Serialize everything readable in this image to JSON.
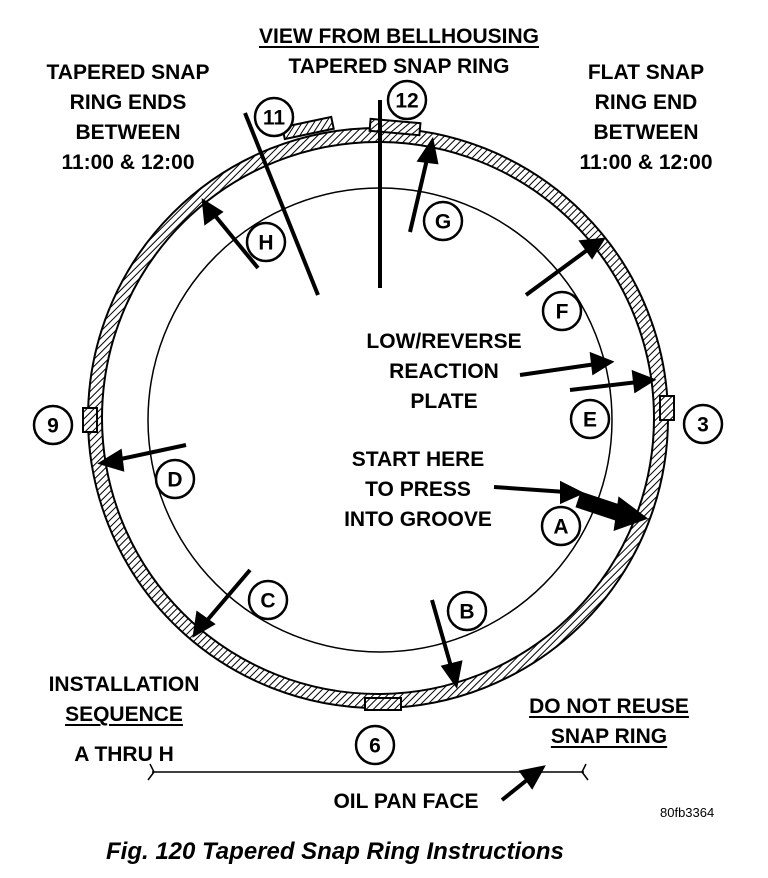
{
  "view_title": "VIEW FROM BELLHOUSING",
  "ring_title": "TAPERED SNAP RING",
  "tapered_note": [
    "TAPERED SNAP",
    "RING ENDS",
    "BETWEEN",
    "11:00 & 12:00"
  ],
  "flat_note": [
    "FLAT SNAP",
    "RING END",
    "BETWEEN",
    "11:00 & 12:00"
  ],
  "plate_label": [
    "LOW/REVERSE",
    "REACTION",
    "PLATE"
  ],
  "start_label": [
    "START HERE",
    "TO PRESS",
    "INTO GROOVE"
  ],
  "install_label": [
    "INSTALLATION",
    "SEQUENCE",
    "A THRU H"
  ],
  "reuse_label": [
    "DO NOT REUSE",
    "SNAP RING"
  ],
  "oil_pan_label": "OIL PAN FACE",
  "code": "80fb3364",
  "caption": "Fig. 120 Tapered Snap Ring Instructions",
  "clock_marks": [
    "12",
    "11",
    "3",
    "9",
    "6"
  ],
  "sequence_marks": [
    "A",
    "B",
    "C",
    "D",
    "E",
    "F",
    "G",
    "H"
  ]
}
